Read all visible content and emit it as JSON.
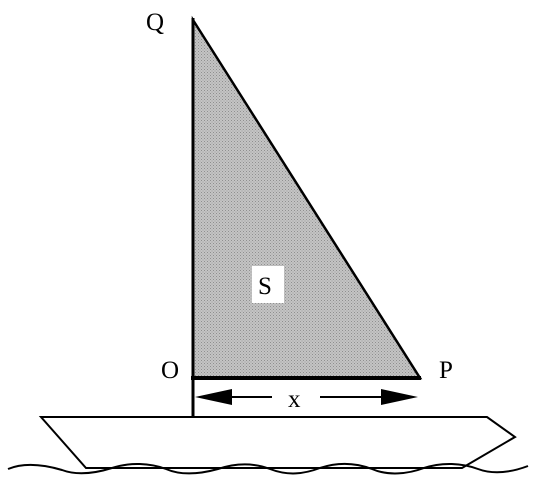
{
  "labels": {
    "top_vertex": "Q",
    "origin_vertex": "O",
    "right_vertex": "P",
    "area": "S",
    "base_length": "x"
  },
  "colors": {
    "sail_fill": "#b9b9b9",
    "stroke": "#000000",
    "background": "#ffffff"
  }
}
